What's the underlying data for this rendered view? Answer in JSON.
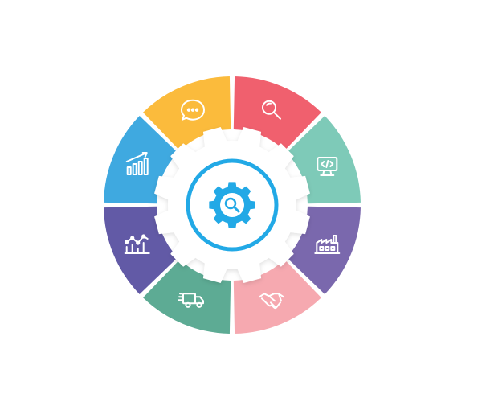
{
  "background": "#ffffff",
  "wheel": {
    "segments": [
      {
        "id": "search",
        "color": "#f0606e",
        "icon": "search-icon"
      },
      {
        "id": "code-monitor",
        "color": "#7ecab8",
        "icon": "code-monitor-icon"
      },
      {
        "id": "factory",
        "color": "#7a68ad",
        "icon": "factory-icon"
      },
      {
        "id": "handshake",
        "color": "#f6a9b0",
        "icon": "handshake-icon"
      },
      {
        "id": "delivery",
        "color": "#5dab94",
        "icon": "delivery-truck-icon"
      },
      {
        "id": "analytics",
        "color": "#625aa6",
        "icon": "line-chart-icon"
      },
      {
        "id": "growth",
        "color": "#3fa9e0",
        "icon": "bar-chart-growth-icon"
      },
      {
        "id": "chat",
        "color": "#fbbb3c",
        "icon": "chat-bubble-icon"
      }
    ],
    "gear_color": "#ffffff",
    "ring_color": "#22a9e6",
    "center_icon": "gear-search-icon",
    "center_icon_color": "#22a9e6"
  }
}
